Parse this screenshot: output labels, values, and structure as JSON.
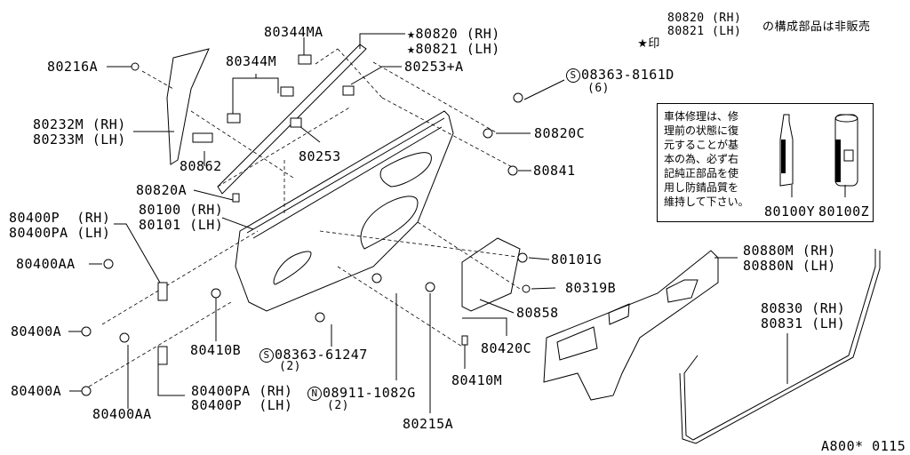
{
  "diagram": {
    "title_note": {
      "star": "★",
      "mark": "印",
      "line1": "80820 (RH)",
      "line2": "80821 (LH)",
      "suffix": "の構成部品は非販売"
    },
    "callouts": {
      "p80344MA": "80344MA",
      "p80820": "★80820 (RH)",
      "p80821": "★80821 (LH)",
      "p80216A": "80216A",
      "p80344M": "80344M",
      "p80253A": "80253+A",
      "p08363_8161D": "08363-8161D",
      "p08363_8161D_qty": "(6)",
      "p80232M": "80232M (RH)",
      "p80233M": "80233M (LH)",
      "p80820C": "80820C",
      "p80862": "80862",
      "p80253": "80253",
      "p80841": "80841",
      "p80820A": "80820A",
      "p80100": "80100 (RH)",
      "p80101": "80101 (LH)",
      "p80400P_rh": "80400P  (RH)",
      "p80400PA_lh": "80400PA (LH)",
      "p80400AA_top": "80400AA",
      "p80101G": "80101G",
      "p80880M": "80880M (RH)",
      "p80880N": "80880N (LH)",
      "p80319B": "80319B",
      "p80858": "80858",
      "p80830": "80830 (RH)",
      "p80831": "80831 (LH)",
      "p80400A_1": "80400A",
      "p80410B": "80410B",
      "p08363_61247": "08363-61247",
      "p08363_61247_qty": "(2)",
      "p80420C": "80420C",
      "p80410M": "80410M",
      "p80400A_2": "80400A",
      "p80400PA_rh": "80400PA (RH)",
      "p80400P_lh": "80400P  (LH)",
      "p08911_1082G": "08911-1082G",
      "p08911_1082G_qty": "(2)",
      "p80400AA_bottom": "80400AA",
      "p80215A": "80215A"
    },
    "circle_marks": {
      "screw": "S",
      "nut": "N"
    },
    "note_box": {
      "text": "車体修理は、修\n理前の状態に復\n元することが基\n本の為、必ず右\n記純正部品を使\n用し防錆品質を\n維持して下さい。",
      "part_tube": "80100Y",
      "part_can": "80100Z"
    },
    "figure_id": "A800* 0115"
  }
}
